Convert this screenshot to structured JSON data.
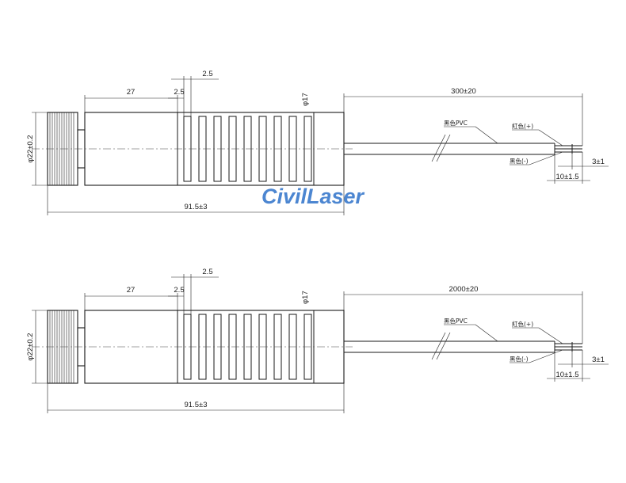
{
  "watermark": "CivilLaser",
  "views": [
    {
      "id": "top",
      "dim_body_length": "27",
      "dim_fin_width": "2.5",
      "dim_fin_pitch": "2.5",
      "dim_fin_dia": "φ17",
      "dim_head_dia": "φ22±0.2",
      "dim_total_length": "91.5±3",
      "dim_cable_length": "300±20",
      "label_cable": "黑色PVC",
      "label_red": "紅色(+)",
      "label_black": "黑色(-)",
      "dim_strip": "10±1.5",
      "dim_tin": "3±1"
    },
    {
      "id": "bottom",
      "dim_body_length": "27",
      "dim_fin_width": "2.5",
      "dim_fin_pitch": "2.5",
      "dim_fin_dia": "φ17",
      "dim_head_dia": "φ22±0.2",
      "dim_total_length": "91.5±3",
      "dim_cable_length": "2000±20",
      "label_cable": "黑色PVC",
      "label_red": "紅色(+)",
      "label_black": "黑色(-)",
      "dim_strip": "10±1.5",
      "dim_tin": "3±1"
    }
  ]
}
